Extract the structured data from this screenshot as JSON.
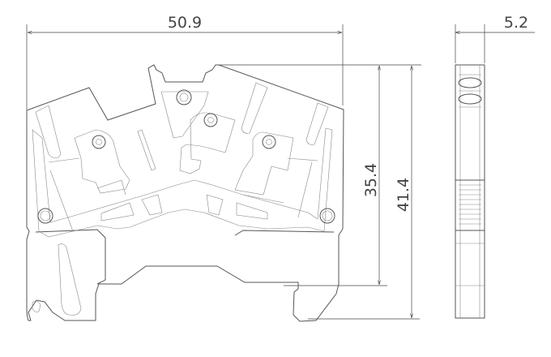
{
  "dimensions": {
    "width": "50.9",
    "height_rail": "35.4",
    "height_total": "41.4",
    "thickness": "5.2"
  }
}
